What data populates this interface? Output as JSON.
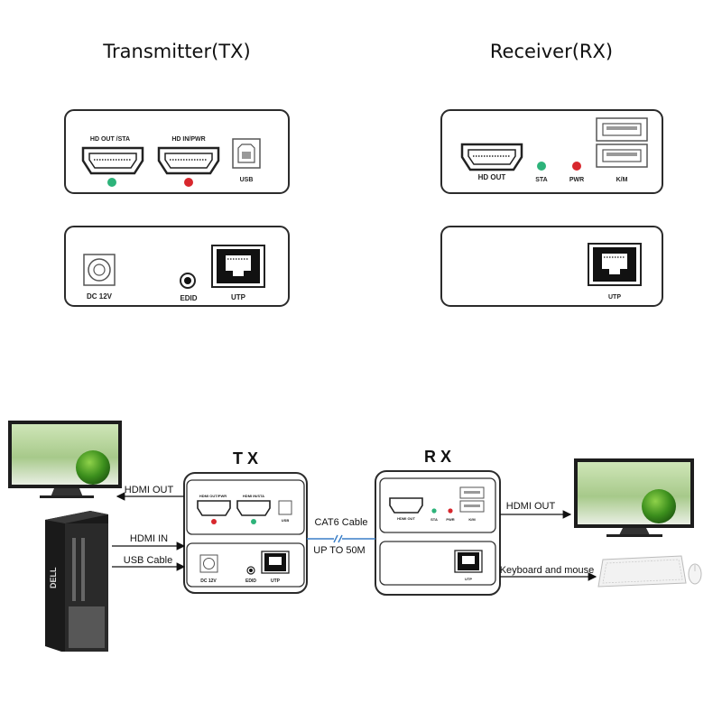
{
  "top": {
    "tx_title": "Transmitter(TX)",
    "rx_title": "Receiver(RX)",
    "tx_front": {
      "hdmi_out_label": "HD OUT /STA",
      "hdmi_in_label": "HD IN/PWR",
      "usb_label": "USB"
    },
    "tx_back": {
      "dc_label": "DC 12V",
      "edid_label": "EDID",
      "utp_label": "UTP"
    },
    "rx_front": {
      "hdmi_out_label": "HD  OUT",
      "sta_label": "STA",
      "pwr_label": "PWR",
      "km_label": "K/M"
    },
    "rx_back": {
      "utp_label": "UTP"
    }
  },
  "bottom": {
    "tx_heading": "T X",
    "rx_heading": "R X",
    "tx_front": {
      "hdmi_out_label": "HDMI OUT/PWR",
      "hdmi_in_label": "HDMI IN/STA",
      "usb_label": "USB"
    },
    "tx_back": {
      "dc_label": "DC 12V",
      "edid_label": "EDID",
      "utp_label": "UTP"
    },
    "rx_front": {
      "hdmi_out_label": "HDMI OUT",
      "sta_label": "STA",
      "pwr_label": "PWR",
      "km_label": "K/M"
    },
    "rx_back": {
      "utp_label": "UTP"
    },
    "connections": {
      "hdmi_out_left": "HDMI OUT",
      "hdmi_in": "HDMI IN",
      "usb_cable": "USB Cable",
      "cat6_cable": "CAT6 Cable",
      "up_to": "UP TO 50M",
      "hdmi_out_right": "HDMI OUT",
      "keyboard_mouse": "Keyboard and mouse"
    },
    "pc_brand": "DELL"
  },
  "colors": {
    "sta_led": "#2db37a",
    "pwr_led": "#d8272d",
    "cable": "#3a7fc8"
  }
}
